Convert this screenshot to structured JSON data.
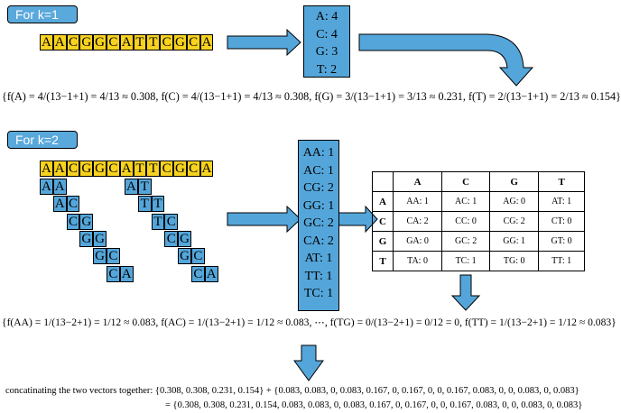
{
  "k1": {
    "label": "For k=1",
    "sequence": [
      "A",
      "A",
      "C",
      "G",
      "G",
      "C",
      "A",
      "T",
      "T",
      "C",
      "G",
      "C",
      "A"
    ],
    "counts": [
      "A: 4",
      "C: 4",
      "G: 3",
      "T: 2"
    ],
    "formula": "{f(A) = 4/(13−1+1) = 4/13 ≈ 0.308, f(C) = 4/(13−1+1) = 4/13 ≈ 0.308, f(G) = 3/(13−1+1) = 3/13 ≈ 0.231, f(T) = 2/(13−1+1) = 2/13 ≈ 0.154}"
  },
  "k2": {
    "label": "For k=2",
    "sequence": [
      "A",
      "A",
      "C",
      "G",
      "G",
      "C",
      "A",
      "T",
      "T",
      "C",
      "G",
      "C",
      "A"
    ],
    "pairs_left": [
      [
        "A",
        "A"
      ],
      [
        "A",
        "C"
      ],
      [
        "C",
        "G"
      ],
      [
        "G",
        "G"
      ],
      [
        "G",
        "C"
      ],
      [
        "C",
        "A"
      ]
    ],
    "pairs_right": [
      [
        "A",
        "T"
      ],
      [
        "T",
        "T"
      ],
      [
        "T",
        "C"
      ],
      [
        "C",
        "G"
      ],
      [
        "G",
        "C"
      ],
      [
        "C",
        "A"
      ]
    ],
    "counts": [
      "AA: 1",
      "AC: 1",
      "CG: 2",
      "GG: 1",
      "GC: 2",
      "CA: 2",
      "AT: 1",
      "TT: 1",
      "TC: 1"
    ],
    "matrix": {
      "col_headers": [
        "A",
        "C",
        "G",
        "T"
      ],
      "rows": [
        {
          "header": "A",
          "cells": [
            "AA: 1",
            "AC: 1",
            "AG: 0",
            "AT: 1"
          ]
        },
        {
          "header": "C",
          "cells": [
            "CA: 2",
            "CC: 0",
            "CG: 2",
            "CT: 0"
          ]
        },
        {
          "header": "G",
          "cells": [
            "GA: 0",
            "GC: 2",
            "GG: 1",
            "GT: 0"
          ]
        },
        {
          "header": "T",
          "cells": [
            "TA: 0",
            "TC: 1",
            "TG: 0",
            "TT: 1"
          ]
        }
      ]
    },
    "formula": "{f(AA) = 1/(13−2+1) = 1/12 ≈ 0.083, f(AC) = 1/(13−2+1) = 1/12 ≈ 0.083, ⋯, f(TG) = 0/(13−2+1) = 0/12 = 0, f(TT) = 1/(13−2+1) = 1/12 ≈ 0.083}"
  },
  "concat": {
    "prefix": "concatinating the two vectors together:",
    "line1": "{0.308, 0.308, 0.231, 0.154} + {0.083, 0.083, 0, 0.083, 0.167, 0, 0.167, 0, 0, 0.167, 0.083, 0, 0, 0.083, 0, 0.083}",
    "line2": "= {0.308, 0.308, 0.231, 0.154, 0.083, 0.083, 0, 0.083, 0.167, 0, 0.167, 0, 0, 0.167, 0.083, 0, 0, 0.083, 0, 0.083}"
  },
  "colors": {
    "label_blue": "#5aa9dc",
    "box_blue": "#54a6da",
    "nucleotide_yellow": "#f7d21f"
  }
}
